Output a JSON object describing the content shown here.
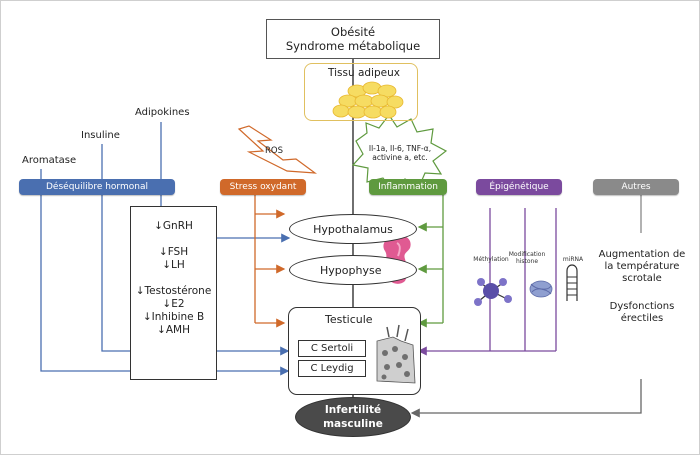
{
  "colors": {
    "hormonal": "#4a6fb0",
    "stress": "#d0692a",
    "inflammation": "#5f9a3f",
    "epigenetics": "#7b4a9e",
    "others": "#8a8a8a",
    "adipose_border": "#e0c060",
    "fat_cells": "#f6dc62",
    "outcome": "#4a4a4a"
  },
  "top": {
    "line1": "Obésité",
    "line2": "Syndrome métabolique"
  },
  "adipose": {
    "label": "Tissu adipeux"
  },
  "ros": {
    "label": "ROS"
  },
  "cytokines": {
    "line1": "Il-1a, Il-6, TNF-α,",
    "line2": "activine a, etc."
  },
  "factors": {
    "adipokines": "Adipokines",
    "insuline": "Insuline",
    "aromatase": "Aromatase"
  },
  "categories": {
    "hormonal": "Déséquilibre hormonal",
    "stress": "Stress oxydant",
    "inflammation": "Inflammation",
    "epigenetics": "Épigénétique",
    "others": "Autres"
  },
  "hormones": {
    "gnrh": "GnRH",
    "fsh": "FSH",
    "lh": "LH",
    "testosterone": "Testostérone",
    "e2": "E2",
    "inhibine": "Inhibine B",
    "amh": "AMH"
  },
  "organs": {
    "hypothalamus": "Hypothalamus",
    "hypophyse": "Hypophyse",
    "testicule": "Testicule",
    "sertoli": "C Sertoli",
    "leydig": "C Leydig"
  },
  "epigenetic_marks": {
    "methylation": "Méthylation",
    "modification_l1": "Modification",
    "modification_l2": "histone",
    "mirna": "miRNA"
  },
  "others_effects": {
    "temp_l1": "Augmentation de",
    "temp_l2": "la température",
    "temp_l3": "scrotale",
    "dys_l1": "Dysfonctions",
    "dys_l2": "érectiles"
  },
  "outcome": {
    "line1": "Infertilité",
    "line2": "masculine"
  }
}
